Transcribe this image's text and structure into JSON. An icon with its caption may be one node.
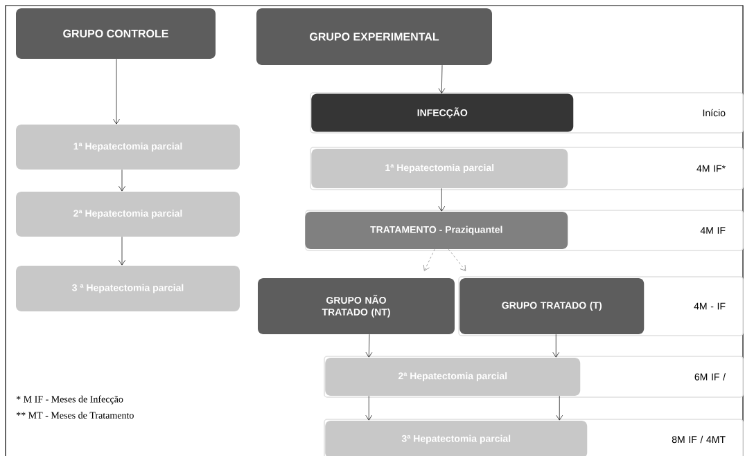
{
  "diagram": {
    "nodes": [
      {
        "text": [
          "GRUPO CONTROLE"
        ]
      },
      {
        "text": [
          "1ª Hepatectomia parcial"
        ]
      },
      {
        "text": [
          "2ª Hepatectomia parcial"
        ]
      },
      {
        "text": [
          "3 ª Hepatectomia parcial"
        ]
      },
      {
        "text": [
          "GRUPO EXPERIMENTAL"
        ]
      },
      {
        "text": [
          "Início"
        ]
      },
      {
        "text": [
          "INFECÇÃO"
        ],
        "in": 5
      },
      {
        "text": [
          "4M IF*"
        ]
      },
      {
        "text": [
          "1ª Hepatectomia parcial"
        ],
        "in": 7
      },
      {
        "text": [
          "4M IF"
        ]
      },
      {
        "text": [
          "TRATAMENTO - Praziquantel"
        ],
        "in": 9
      },
      {
        "text": [
          "GRUPO NÃO TRATADO (NT)"
        ]
      },
      {
        "text": [
          "4M - IF"
        ]
      },
      {
        "text": [
          "GRUPO TRATADO (T)"
        ],
        "in": 12
      },
      {
        "text": [
          "6M IF /"
        ]
      },
      {
        "text": [
          "2ª Hepatectomia parcial"
        ],
        "in": 14
      },
      {
        "text": [
          "8M IF / 4MT"
        ]
      },
      {
        "text": [
          "3ª Hepatectomia parcial"
        ],
        "in": 16
      }
    ],
    "edges": [
      {
        "from": 0,
        "to": 1,
        "arrow": "to"
      },
      {
        "from": 1,
        "to": 2,
        "arrow": "to"
      },
      {
        "from": 2,
        "to": 3,
        "arrow": "to"
      },
      {
        "from": 4,
        "to": 6,
        "arrow": "to"
      },
      {
        "from": 8,
        "to": 10,
        "arrow": "to"
      },
      {
        "from": 10,
        "to": 11,
        "arrow": "to",
        "style": "dashed",
        "color": "#808080"
      },
      {
        "from": 10,
        "to": 13,
        "arrow": "to",
        "style": "dashed",
        "color": "#808080"
      },
      {
        "from": 11,
        "to": 15,
        "arrow": "to"
      },
      {
        "from": 13,
        "to": 15,
        "arrow": "to"
      },
      {
        "from": 15,
        "to": 17,
        "arrow": "to"
      },
      {
        "from": 15,
        "to": 17,
        "arrow": "to"
      }
    ],
    "labels": [
      "* M IF - Meses de Infecção",
      "** MT - Meses de Tratamento"
    ]
  }
}
